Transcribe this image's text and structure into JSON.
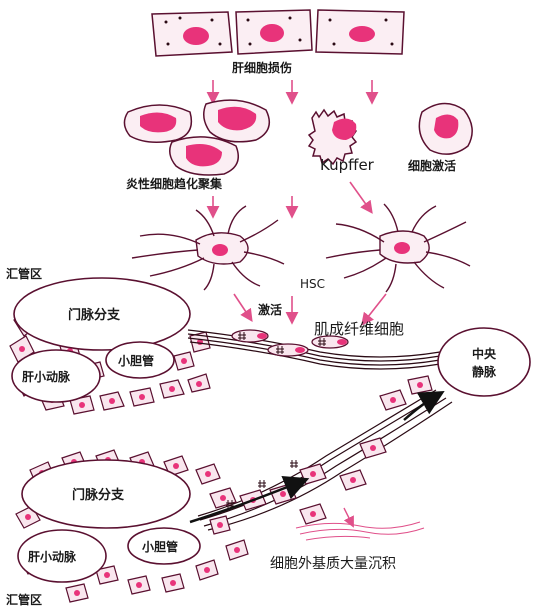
{
  "labels": {
    "hepatocyte_injury": "肝细胞损伤",
    "kupffer_prefix": "Kupffer",
    "kupffer_suffix": "细胞激活",
    "inflammatory": "炎性细胞趋化聚集",
    "hsc": "HSC",
    "activation": "激活",
    "myofibroblast": "肌成纤维细胞",
    "portal_area_top": "汇管区",
    "portal_area_bottom": "汇管区",
    "portal_vein_top": "门脉分支",
    "portal_vein_bottom": "门脉分支",
    "hepatic_artery_top": "肝小动脉",
    "hepatic_artery_bottom": "肝小动脉",
    "bile_duct_top": "小胆管",
    "bile_duct_bottom": "小胆管",
    "central_vein": [
      "中央",
      "静脉"
    ],
    "ecm": "细胞外基质大量沉积"
  },
  "colors": {
    "outline": "#5a1030",
    "nucleus": "#e8337a",
    "cell_fill": "#f9e6ee",
    "arrow": "#e0508a",
    "fiber": "#2a0a14"
  }
}
